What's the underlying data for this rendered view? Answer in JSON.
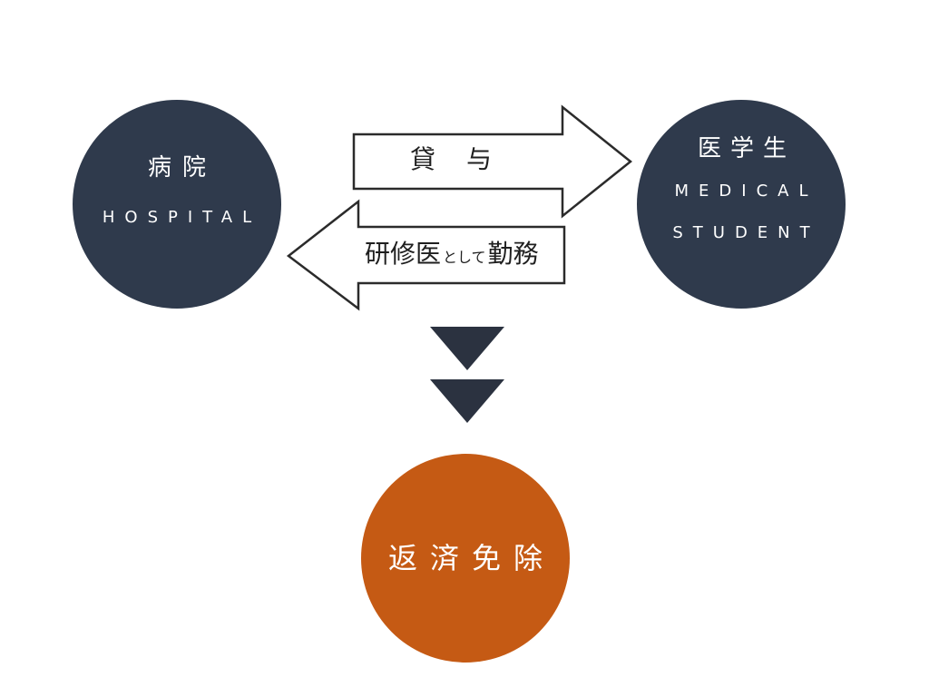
{
  "colors": {
    "navy": "#2f3a4c",
    "orange": "#c55a14",
    "arrow_stroke": "#2b2b2b",
    "down_arrow": "#2b3240"
  },
  "hospital": {
    "title": "病院",
    "subtitle": "HOSPITAL"
  },
  "student": {
    "title": "医学生",
    "subtitle_line1": "MEDICAL",
    "subtitle_line2": "STUDENT"
  },
  "lend_arrow": {
    "label": "貸与"
  },
  "work_arrow": {
    "label_part1": "研修医",
    "label_part2": "として",
    "label_part3": "勤務"
  },
  "result": {
    "title": "返済免除"
  }
}
